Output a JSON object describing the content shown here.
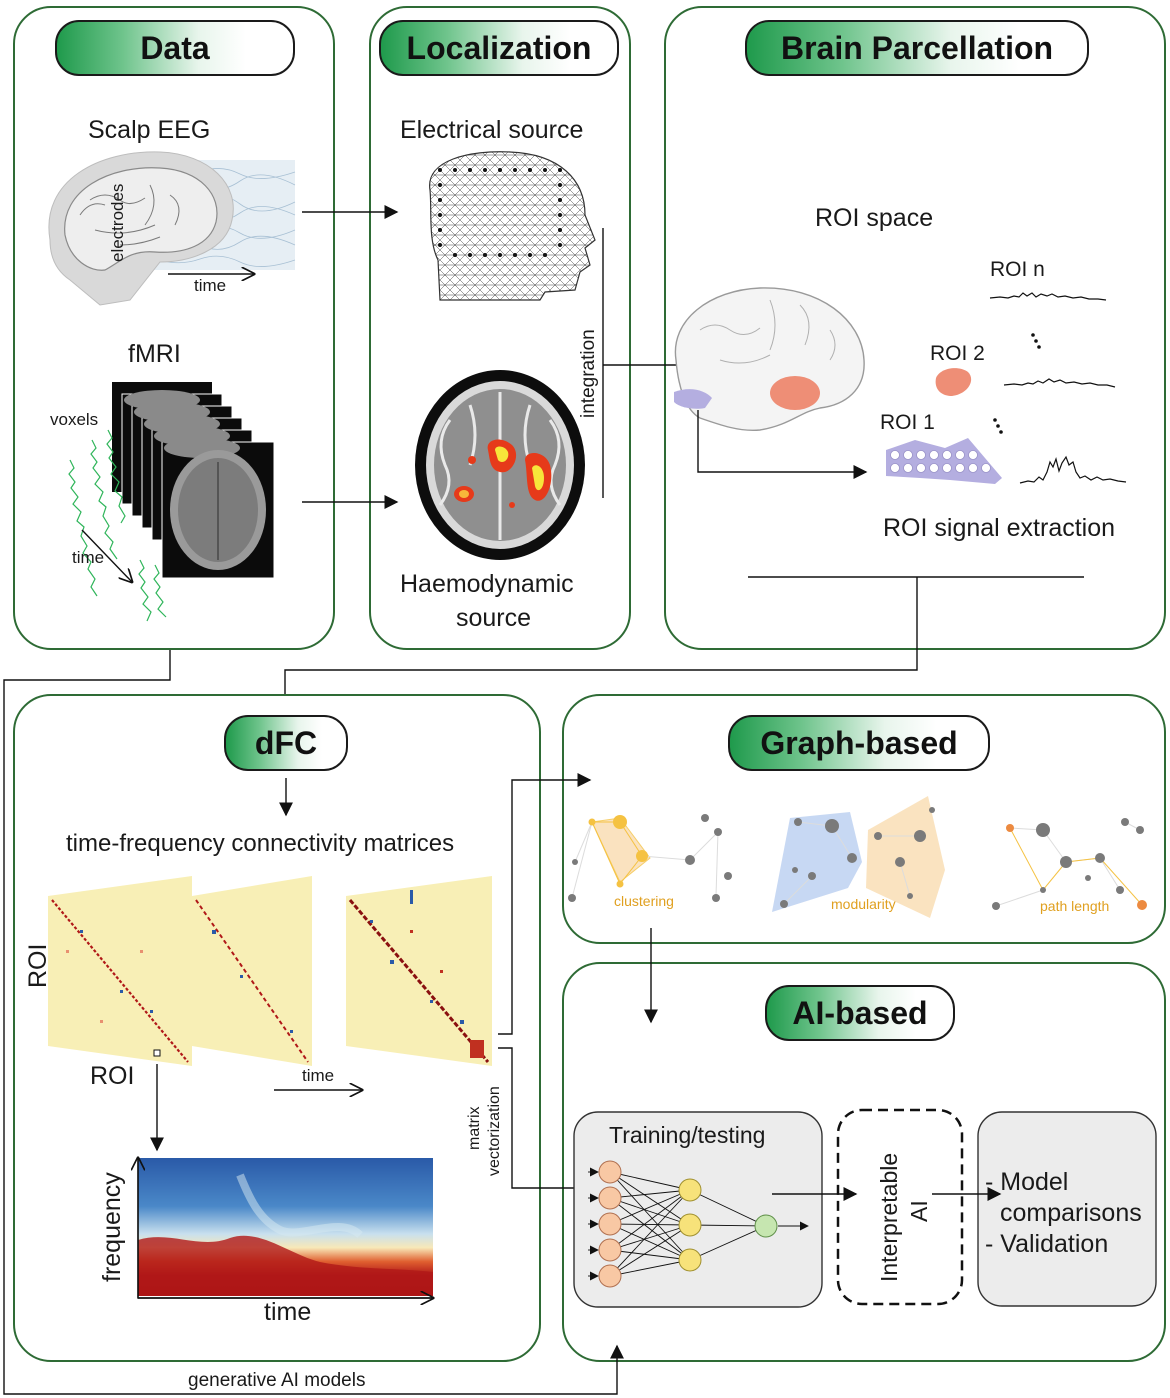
{
  "panels": {
    "data": {
      "title": "Data",
      "scalp_eeg": "Scalp EEG",
      "electrodes": "electrodes",
      "time_eeg": "time",
      "fmri": "fMRI",
      "voxels": "voxels",
      "time_fmri": "time"
    },
    "localization": {
      "title": "Localization",
      "electrical_source": "Electrical source",
      "integration": "integration",
      "haemodynamic_line1": "Haemodynamic",
      "haemodynamic_line2": "source"
    },
    "parcellation": {
      "title": "Brain Parcellation",
      "roi_space": "ROI space",
      "roi_n": "ROI n",
      "roi_2": "ROI 2",
      "roi_1": "ROI 1",
      "extraction": "ROI signal extraction"
    },
    "dfc": {
      "title": "dFC",
      "matrices_label": "time-frequency connectivity matrices",
      "roi_y": "ROI",
      "roi_x": "ROI",
      "time_matrices": "time",
      "vectorization_line1": "matrix",
      "vectorization_line2": "vectorization",
      "frequency": "frequency",
      "time_spectrogram": "time"
    },
    "graph": {
      "title": "Graph-based",
      "clustering": "clustering",
      "modularity": "modularity",
      "path_length": "path length"
    },
    "ai": {
      "title": "AI-based",
      "training": "Training/testing",
      "interpretable_line1": "Interpretable",
      "interpretable_line2": "AI",
      "outcome_line1": "- Model",
      "outcome_line2": "comparisons",
      "outcome_line3": "- Validation"
    }
  },
  "generative_label": "generative AI models",
  "colors": {
    "panel_border": "#2e6b35",
    "pill_green": "#1f9a4c",
    "roi_purple": "#b4aee0",
    "roi_salmon": "#ee8e76",
    "graph_orange": "#f5c242",
    "graph_blue": "#a9c3ec",
    "network_input": "#f8c8a4",
    "network_hidden": "#f7e27a",
    "network_output": "#c6e6b0"
  }
}
